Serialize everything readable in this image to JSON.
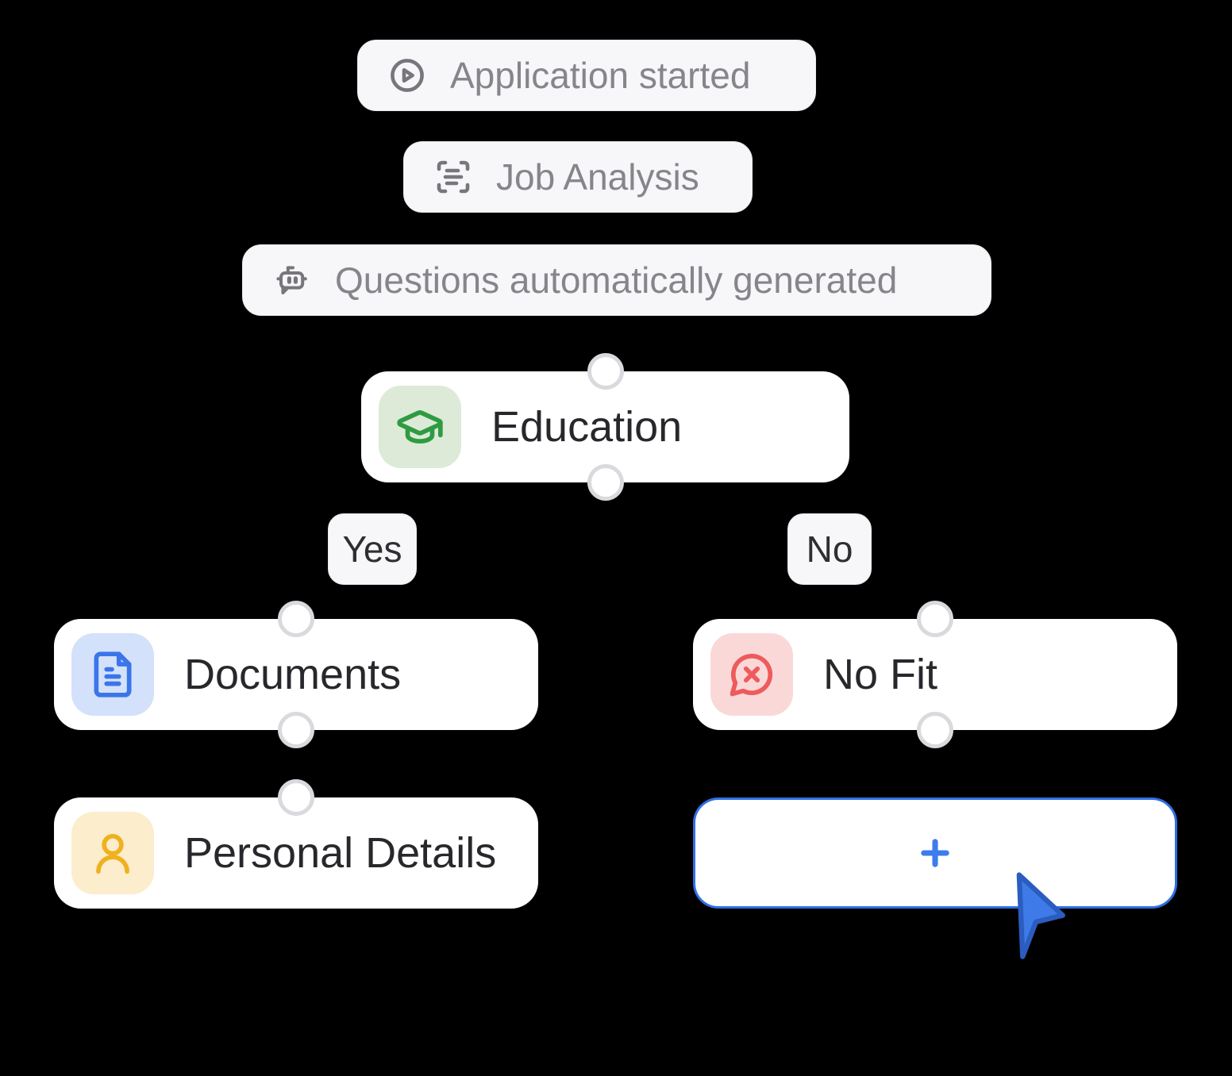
{
  "canvas": {
    "background": "#000000"
  },
  "pills": [
    {
      "label": "Application started",
      "icon": "play-circle-icon"
    },
    {
      "label": "Job Analysis",
      "icon": "scan-text-icon"
    },
    {
      "label": "Questions automatically generated",
      "icon": "bot-message-icon"
    }
  ],
  "branches": {
    "yes": "Yes",
    "no": "No"
  },
  "nodes": {
    "education": {
      "label": "Education",
      "icon": "graduation-cap-icon",
      "icon_color": "#2f9b40",
      "icon_bg": "#dcead7"
    },
    "documents": {
      "label": "Documents",
      "icon": "file-text-icon",
      "icon_color": "#3a76e9",
      "icon_bg": "#d4e1fa"
    },
    "no_fit": {
      "label": "No Fit",
      "icon": "message-circle-x-icon",
      "icon_color": "#ee5b5c",
      "icon_bg": "#fbd8d8"
    },
    "personal_details": {
      "label": "Personal Details",
      "icon": "user-icon",
      "icon_color": "#f0b11f",
      "icon_bg": "#fcedcc"
    },
    "add": {
      "icon": "plus-icon",
      "border_color": "#2f6fe4",
      "icon_color": "#3e7ceb"
    }
  },
  "colors": {
    "node_background": "#ffffff",
    "pill_background": "#f7f6f8",
    "pill_text": "#86858b",
    "node_text": "#28282c",
    "handle_ring": "#dad9dd",
    "cursor_fill": "#3e7be8"
  }
}
